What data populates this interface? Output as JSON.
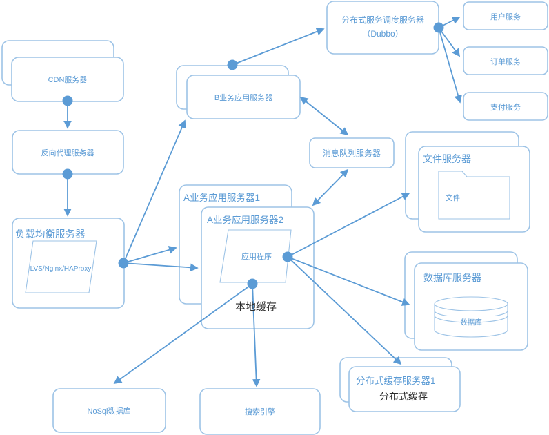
{
  "diagram": {
    "colors": {
      "box_border": "#9dc3e6",
      "connector": "#5b9bd5",
      "text_blue": "#5b9bd5",
      "text_dark": "#2d2d2d",
      "background": "#ffffff"
    },
    "nodes": {
      "cdn": {
        "label": "CDN服务器"
      },
      "reverse_proxy": {
        "label": "反向代理服务器"
      },
      "load_balancer": {
        "title": "负载均衡服务器",
        "inner": "LVS/Nginx/HAProxy"
      },
      "app_b": {
        "label": "B业务应用服务器"
      },
      "dubbo": {
        "line1": "分布式服务调度服务器",
        "line2": "（Dubbo）"
      },
      "user_service": {
        "label": "用户服务"
      },
      "order_service": {
        "label": "订单服务"
      },
      "payment_service": {
        "label": "支付服务"
      },
      "mq": {
        "label": "消息队列服务器"
      },
      "file_server": {
        "title": "文件服务器",
        "inner": "文件"
      },
      "app_a1": {
        "title": "A业务应用服务器1"
      },
      "app_a2": {
        "title": "A业务应用服务器2",
        "inner": "应用程序",
        "note": "本地缓存"
      },
      "db_server": {
        "title": "数据库服务器",
        "inner": "数据库"
      },
      "dist_cache": {
        "title": "分布式缓存服务器1",
        "note": "分布式缓存"
      },
      "nosql": {
        "label": "NoSql数据库"
      },
      "search": {
        "label": "搜索引擎"
      }
    }
  }
}
